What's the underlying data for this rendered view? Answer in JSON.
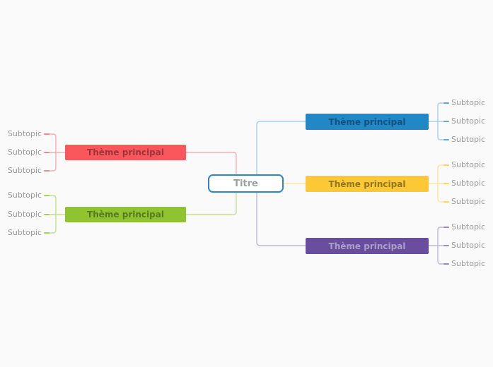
{
  "canvas": {
    "background": "#fafafa"
  },
  "mindmap": {
    "root": {
      "label": "Titre",
      "border_color": "#2e86c8",
      "text_color": "#9aa0a6",
      "fill_color": "#ffffff"
    },
    "branches": [
      {
        "id": "red-left-top",
        "label": "Thème principal",
        "side": "left",
        "color": "#f9575c",
        "text_color": "#9c353a",
        "line_color": "#f9aeb1",
        "tick_color": "#f9868b",
        "subtopics": [
          "Subtopic",
          "Subtopic",
          "Subtopic"
        ]
      },
      {
        "id": "green-left-bottom",
        "label": "Thème principal",
        "side": "left",
        "color": "#8fc32f",
        "text_color": "#567a1e",
        "line_color": "#c2e08a",
        "tick_color": "#a6d356",
        "subtopics": [
          "Subtopic",
          "Subtopic",
          "Subtopic"
        ]
      },
      {
        "id": "blue-right-top",
        "label": "Thème principal",
        "side": "right",
        "color": "#2187c5",
        "text_color": "#14527c",
        "line_color": "#a8cfe9",
        "tick_color": "#64a9d8",
        "subtopics": [
          "Subtopic",
          "Subtopic",
          "Subtopic"
        ]
      },
      {
        "id": "yellow-right-middle",
        "label": "Thème principal",
        "side": "right",
        "color": "#fcc833",
        "text_color": "#927722",
        "line_color": "#fde5a0",
        "tick_color": "#fcd564",
        "subtopics": [
          "Subtopic",
          "Subtopic",
          "Subtopic"
        ]
      },
      {
        "id": "purple-right-bottom",
        "label": "Thème principal",
        "side": "right",
        "color": "#6a4d9e",
        "text_color": "#aa9fc4",
        "line_color": "#c3b8d8",
        "tick_color": "#9c8cc1",
        "subtopics": [
          "Subtopic",
          "Subtopic",
          "Subtopic"
        ]
      }
    ]
  }
}
